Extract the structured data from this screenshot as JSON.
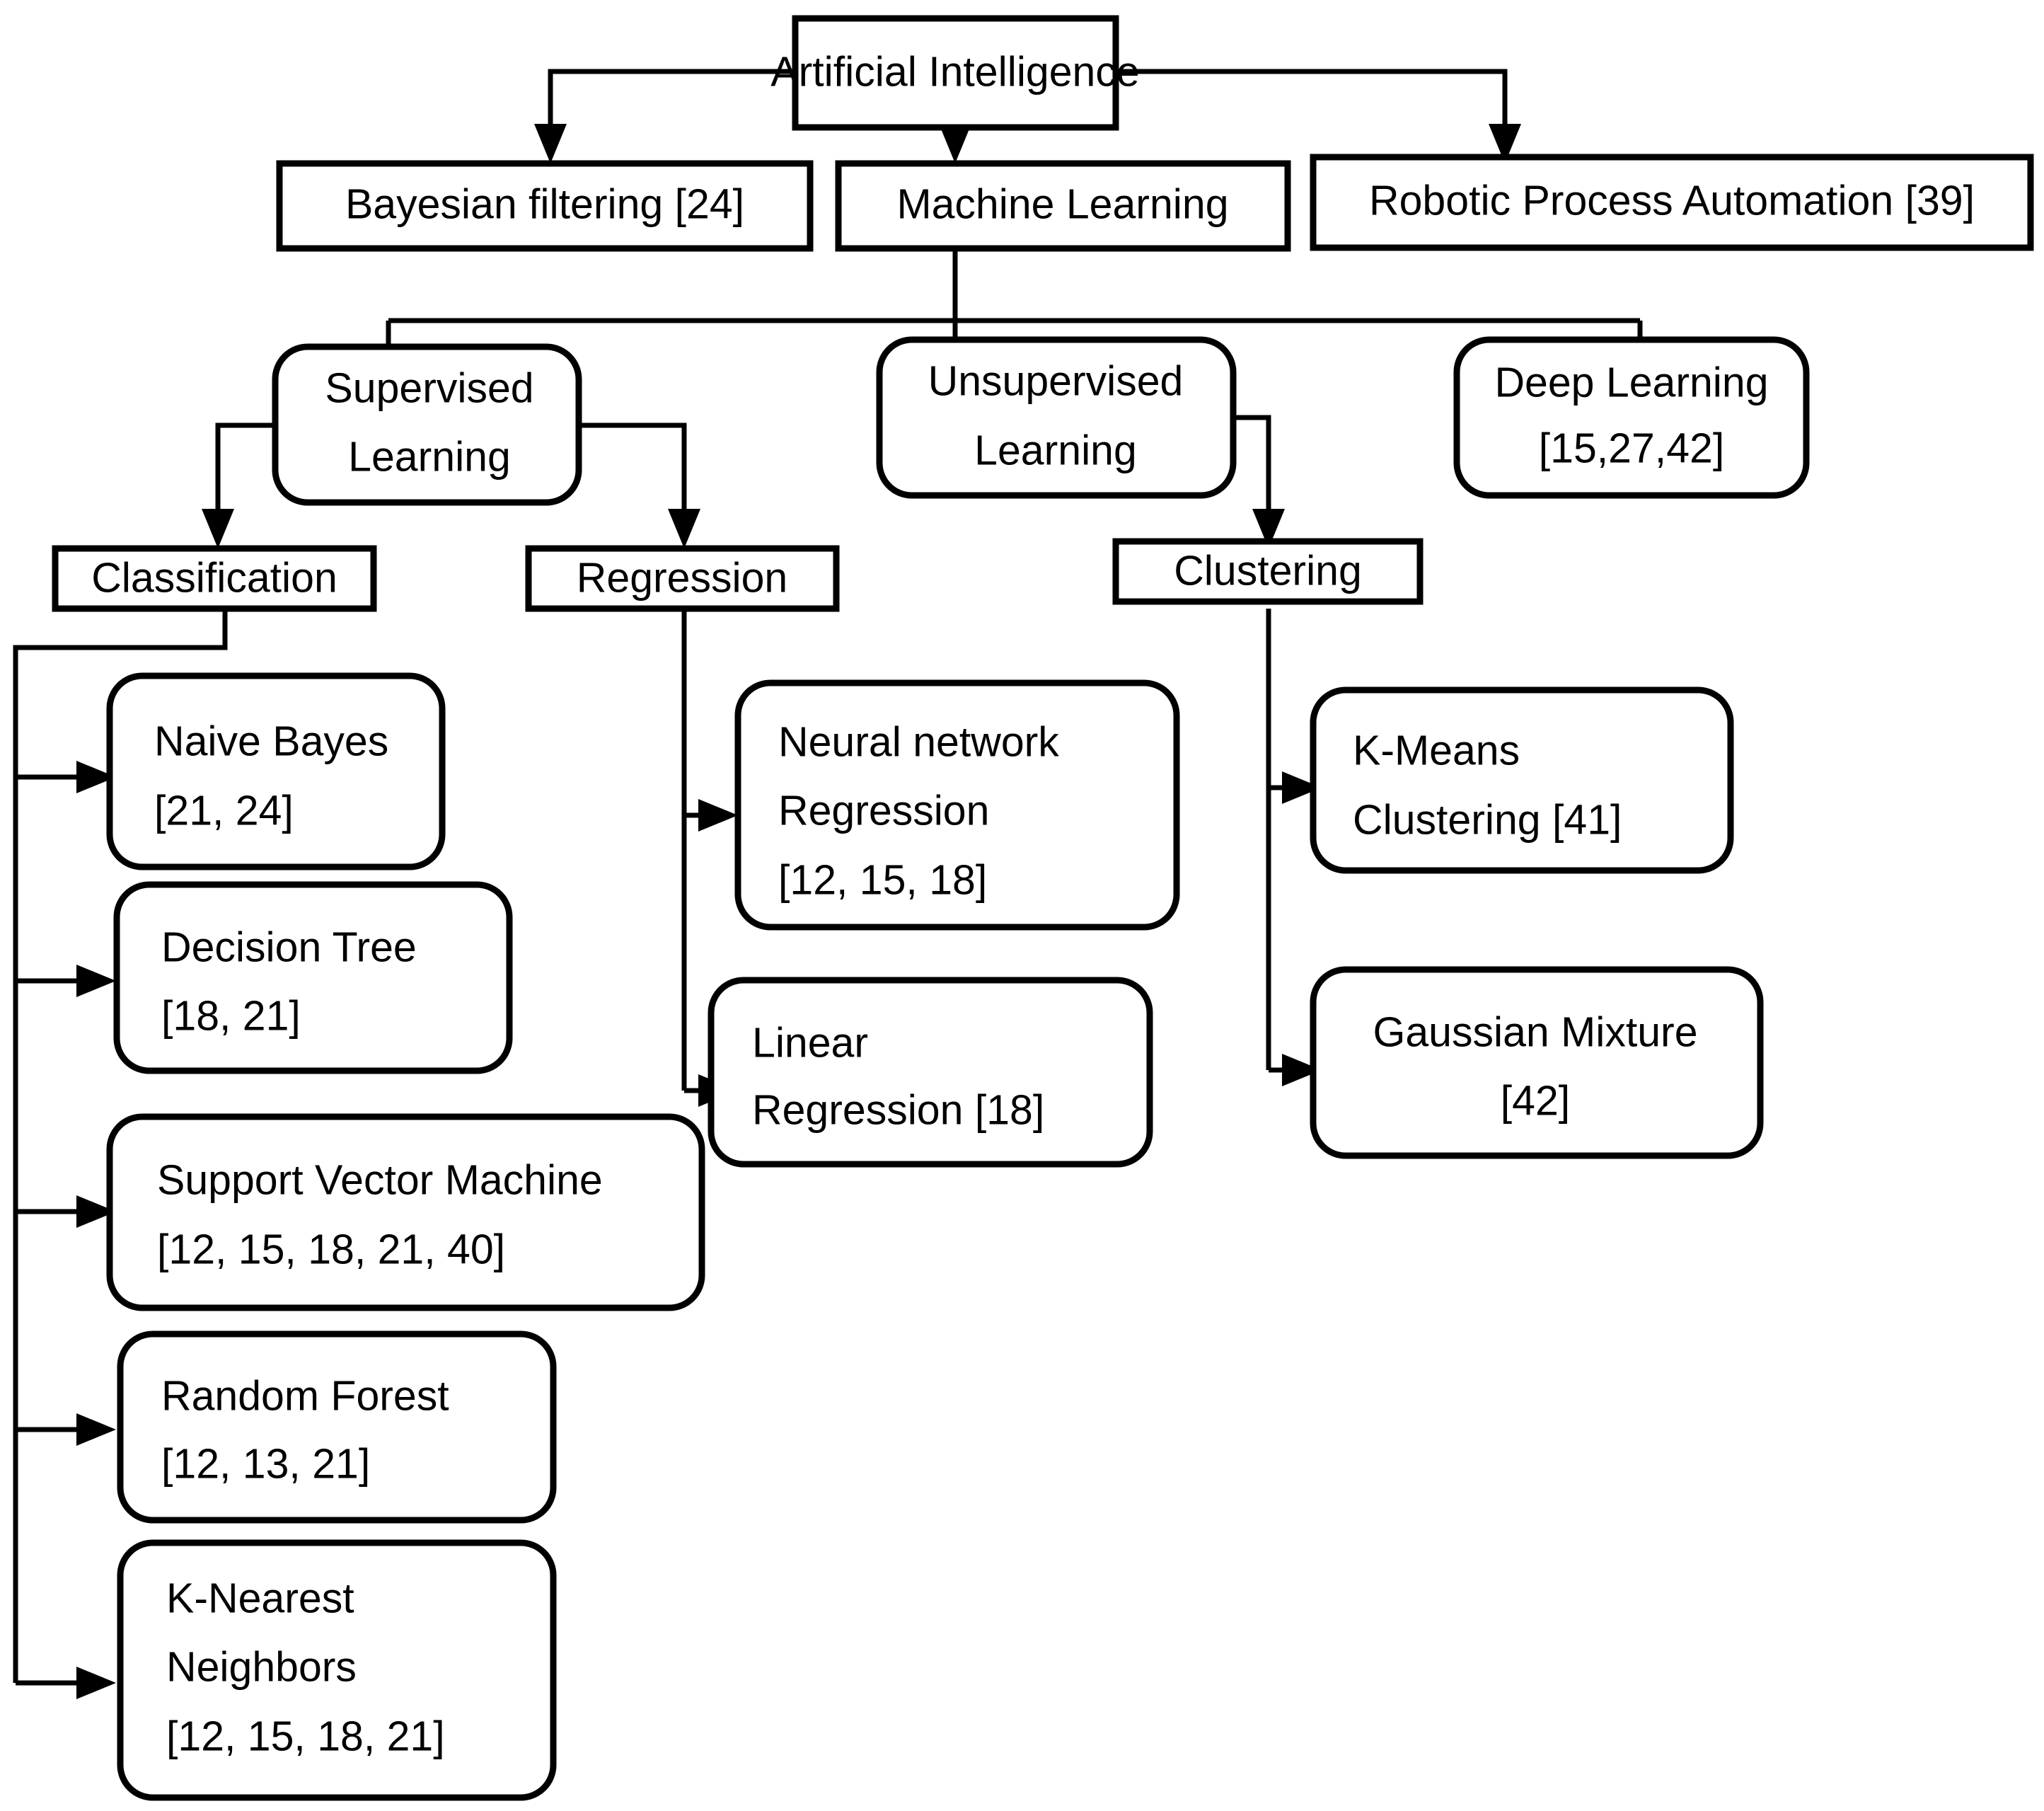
{
  "diagram": {
    "title": "Artificial Intelligence taxonomy",
    "type": "hierarchy-flowchart",
    "orientation": "top-down",
    "stroke_color": "#000000",
    "fill_color": "#ffffff",
    "background": "#ffffff"
  },
  "nodes": {
    "root": {
      "label": "Artificial Intelligence",
      "shape": "rect",
      "level": 0
    },
    "bayesian_filtering": {
      "label": "Bayesian filtering [24]",
      "shape": "rect",
      "level": 1
    },
    "machine_learning": {
      "label": "Machine Learning",
      "shape": "rect",
      "level": 1
    },
    "robotic_process_automation": {
      "label": "Robotic Process Automation [39]",
      "shape": "rect",
      "level": 1
    },
    "supervised_learning": {
      "label_line1": "Supervised",
      "label_line2": "Learning",
      "shape": "rounded",
      "level": 2
    },
    "unsupervised_learning": {
      "label_line1": "Unsupervised",
      "label_line2": "Learning",
      "shape": "rounded",
      "level": 2
    },
    "deep_learning": {
      "label_line1": "Deep Learning",
      "label_line2": "[15,27,42]",
      "shape": "rounded",
      "level": 2
    },
    "classification": {
      "label": "Classification",
      "shape": "rect",
      "level": 3
    },
    "regression": {
      "label": "Regression",
      "shape": "rect",
      "level": 3
    },
    "clustering": {
      "label": "Clustering",
      "shape": "rect",
      "level": 3
    },
    "naive_bayes": {
      "label_line1": "Naive Bayes",
      "label_line2": "[21, 24]",
      "shape": "rounded",
      "level": 4
    },
    "decision_tree": {
      "label_line1": "Decision Tree",
      "label_line2": "[18, 21]",
      "shape": "rounded",
      "level": 4
    },
    "support_vector_machine": {
      "label_line1": "Support Vector Machine",
      "label_line2": "[12, 15, 18, 21, 40]",
      "shape": "rounded",
      "level": 4
    },
    "random_forest": {
      "label_line1": "Random Forest",
      "label_line2": "[12, 13, 21]",
      "shape": "rounded",
      "level": 4
    },
    "k_nearest_neighbors": {
      "label_line1": "K-Nearest",
      "label_line2": "Neighbors",
      "label_line3": "[12, 15, 18, 21]",
      "shape": "rounded",
      "level": 4
    },
    "neural_network_regression": {
      "label_line1": "Neural network",
      "label_line2": "Regression",
      "label_line3": "[12, 15, 18]",
      "shape": "rounded",
      "level": 4
    },
    "linear_regression": {
      "label_line1": "Linear",
      "label_line2": "Regression [18]",
      "shape": "rounded",
      "level": 4
    },
    "kmeans_clustering": {
      "label_line1": "K-Means",
      "label_line2": "Clustering [41]",
      "shape": "rounded",
      "level": 4
    },
    "gaussian_mixture": {
      "label_line1": "Gaussian Mixture",
      "label_line2": "[42]",
      "shape": "rounded",
      "level": 4
    }
  },
  "edges": [
    {
      "from": "root",
      "to": "bayesian_filtering"
    },
    {
      "from": "root",
      "to": "machine_learning"
    },
    {
      "from": "root",
      "to": "robotic_process_automation"
    },
    {
      "from": "machine_learning",
      "to": "supervised_learning"
    },
    {
      "from": "machine_learning",
      "to": "unsupervised_learning"
    },
    {
      "from": "machine_learning",
      "to": "deep_learning"
    },
    {
      "from": "supervised_learning",
      "to": "classification"
    },
    {
      "from": "supervised_learning",
      "to": "regression"
    },
    {
      "from": "unsupervised_learning",
      "to": "clustering"
    },
    {
      "from": "classification",
      "to": "naive_bayes"
    },
    {
      "from": "classification",
      "to": "decision_tree"
    },
    {
      "from": "classification",
      "to": "support_vector_machine"
    },
    {
      "from": "classification",
      "to": "random_forest"
    },
    {
      "from": "classification",
      "to": "k_nearest_neighbors"
    },
    {
      "from": "regression",
      "to": "neural_network_regression"
    },
    {
      "from": "regression",
      "to": "linear_regression"
    },
    {
      "from": "clustering",
      "to": "kmeans_clustering"
    },
    {
      "from": "clustering",
      "to": "gaussian_mixture"
    }
  ]
}
